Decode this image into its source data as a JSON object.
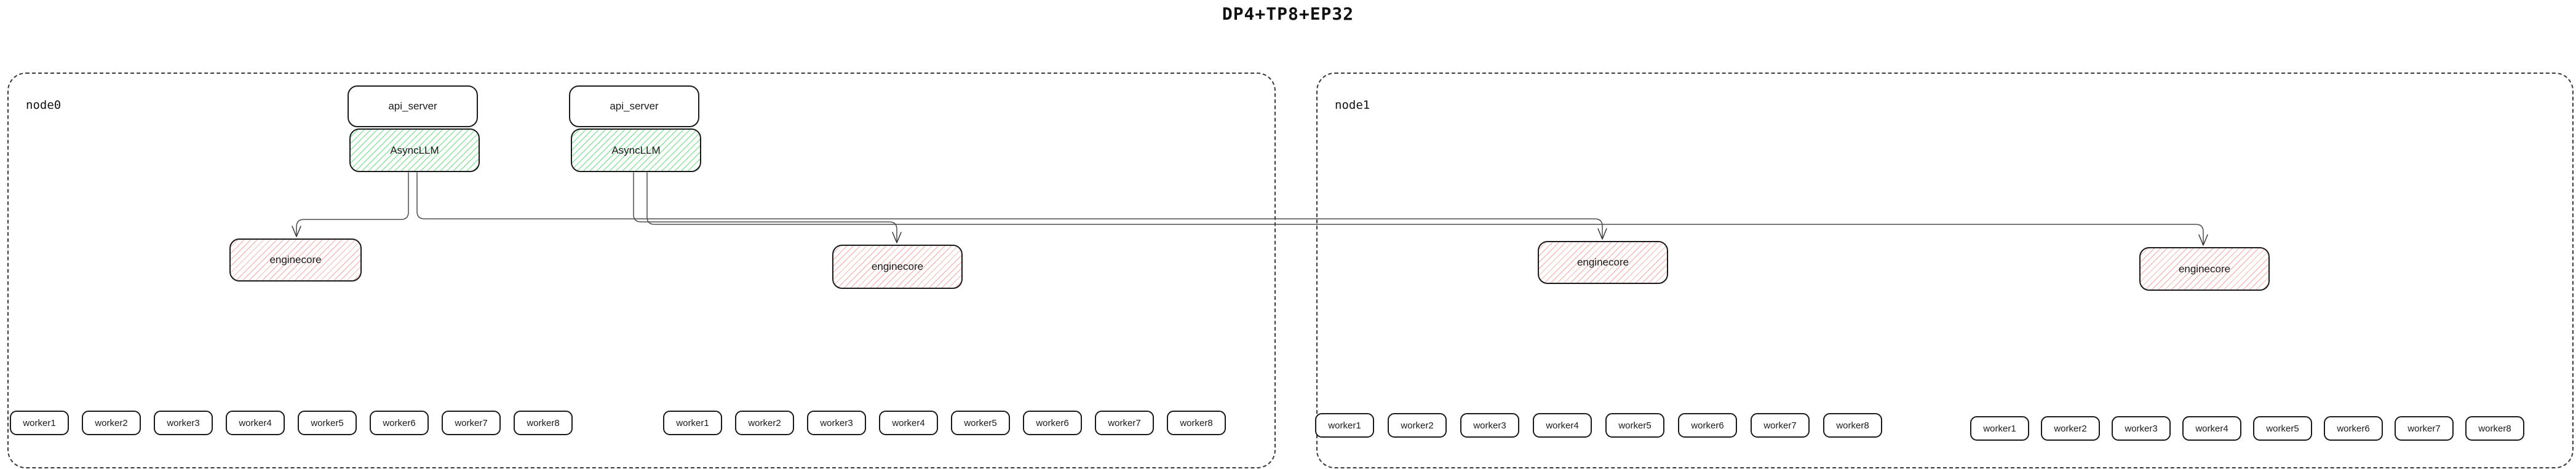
{
  "title": "DP4+TP8+EP32",
  "nodes": [
    {
      "label": "node0"
    },
    {
      "label": "node1"
    }
  ],
  "stacks": [
    {
      "api": "api_server",
      "llm": "AsyncLLM"
    },
    {
      "api": "api_server",
      "llm": "AsyncLLM"
    }
  ],
  "enginecores": [
    "enginecore",
    "enginecore",
    "enginecore",
    "enginecore"
  ],
  "worker_groups": [
    {
      "items": [
        "worker1",
        "worker2",
        "worker3",
        "worker4",
        "worker5",
        "worker6",
        "worker7",
        "worker8"
      ]
    },
    {
      "items": [
        "worker1",
        "worker2",
        "worker3",
        "worker4",
        "worker5",
        "worker6",
        "worker7",
        "worker8"
      ]
    },
    {
      "items": [
        "worker1",
        "worker2",
        "worker3",
        "worker4",
        "worker5",
        "worker6",
        "worker7",
        "worker8"
      ]
    },
    {
      "items": [
        "worker1",
        "worker2",
        "worker3",
        "worker4",
        "worker5",
        "worker6",
        "worker7",
        "worker8"
      ]
    }
  ],
  "colors": {
    "green_hatch": "#8de3a0",
    "red_hatch": "#f6baba",
    "wire": "#4d4d4d",
    "box_border": "#1a1a1a",
    "dashed_border": "#3a3a3a"
  }
}
